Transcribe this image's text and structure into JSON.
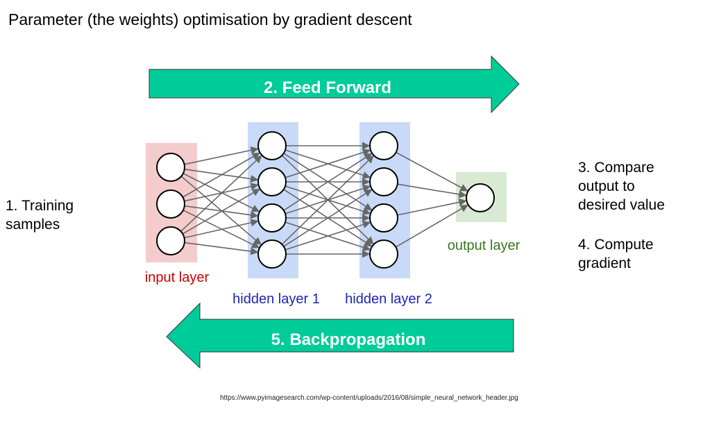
{
  "title": "Parameter (the weights) optimisation by gradient descent",
  "steps": {
    "training": [
      "1. Training",
      "samples"
    ],
    "feed_forward": "2. Feed Forward",
    "compare": [
      "3. Compare",
      "output to",
      "desired value"
    ],
    "gradient": [
      "4. Compute",
      "gradient"
    ],
    "backprop": "5. Backpropagation"
  },
  "layers": {
    "input": {
      "label": "input layer",
      "nodes": 3
    },
    "hidden1": {
      "label": "hidden layer 1",
      "nodes": 4
    },
    "hidden2": {
      "label": "hidden layer 2",
      "nodes": 4
    },
    "output": {
      "label": "output layer",
      "nodes": 1
    }
  },
  "source_url": "https://www.pyimagesearch.com/wp-content/uploads/2016/08/simple_neural_network_header.jpg",
  "colors": {
    "arrow_fill": "#00cc99",
    "arrow_text": "#ffffff",
    "input_band": "#f4cccc",
    "input_label": "#cc0000",
    "hidden_band": "#c9daf8",
    "hidden_label": "#1c24b4",
    "output_band": "#d9ead3",
    "output_label": "#38761d",
    "edge": "#666666"
  }
}
